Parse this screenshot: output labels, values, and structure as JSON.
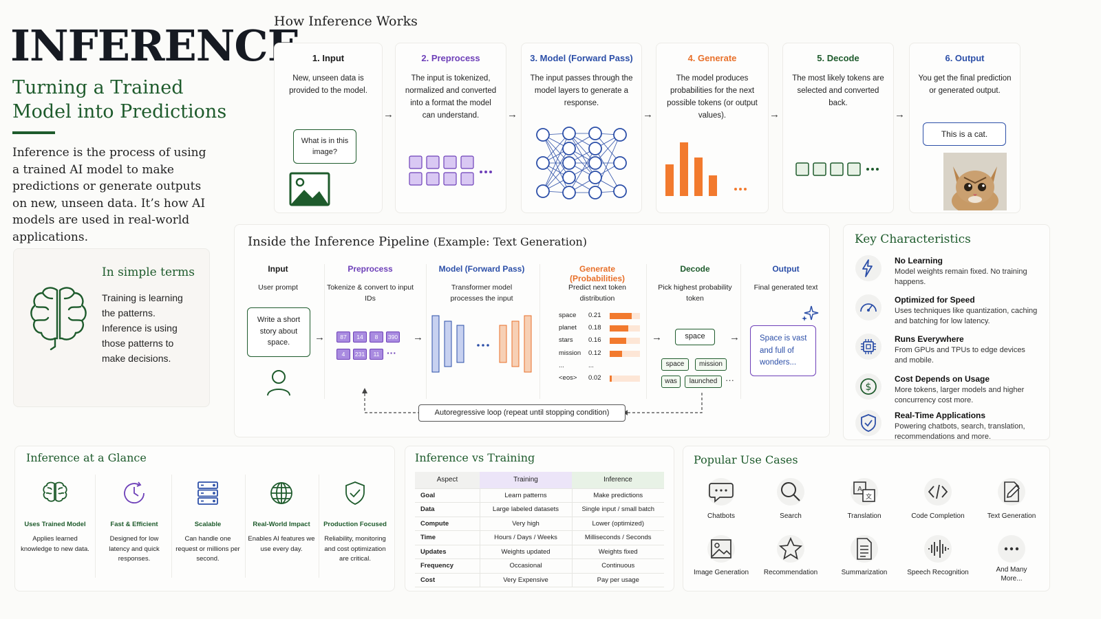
{
  "hero": {
    "title": "INFERENCE",
    "subtitle_line1": "Turning a Trained",
    "subtitle_line2": "Model into Predictions",
    "intro": "Inference is the process of using a trained AI model to make predictions or generate outputs on new, unseen data. It’s how AI models are used in real-world applications."
  },
  "simple": {
    "title": "In simple terms",
    "text": "Training is learning the patterns. Inference is using those patterns to make decisions."
  },
  "how": {
    "title": "How Inference Works",
    "steps": [
      {
        "title": "1. Input",
        "desc": "New, unseen data is provided to the model.",
        "color": "#1a1a1a"
      },
      {
        "title": "2. Preprocess",
        "desc": "The input is tokenized, normalized and converted into a format the model can understand.",
        "color": "#6d3fb8"
      },
      {
        "title": "3. Model (Forward Pass)",
        "desc": "The input passes through the model layers to generate a response.",
        "color": "#2c4fa8"
      },
      {
        "title": "4. Generate",
        "desc": "The model produces probabilities for the next possible tokens (or output values).",
        "color": "#e8702a"
      },
      {
        "title": "5. Decode",
        "desc": "The most likely tokens are selected and converted back.",
        "color": "#1e5b2c"
      },
      {
        "title": "6. Output",
        "desc": "You get the final prediction or generated output.",
        "color": "#2c4fa8"
      }
    ],
    "input_bubble": "What is in this image?",
    "output_bubble": "This is a cat."
  },
  "pipeline": {
    "title": "Inside the Inference Pipeline",
    "title_suffix": "(Example: Text Generation)",
    "stages": [
      {
        "title": "Input",
        "desc": "User prompt",
        "color": "#1a1a1a"
      },
      {
        "title": "Preprocess",
        "desc": "Tokenize & convert to input IDs",
        "color": "#6d3fb8"
      },
      {
        "title": "Model (Forward Pass)",
        "desc": "Transformer model processes the input",
        "color": "#2c4fa8"
      },
      {
        "title": "Generate (Probabilities)",
        "desc": "Predict next token distribution",
        "color": "#e8702a"
      },
      {
        "title": "Decode",
        "desc": "Pick highest probability token",
        "color": "#1e5b2c"
      },
      {
        "title": "Output",
        "desc": "Final generated text",
        "color": "#2c4fa8"
      }
    ],
    "prompt": "Write a short story about space.",
    "token_ids_row1": [
      "87",
      "14",
      "8",
      "390"
    ],
    "token_ids_row2": [
      "4",
      "231",
      "11"
    ],
    "probs": [
      {
        "token": "space",
        "p": 0.21
      },
      {
        "token": "planet",
        "p": 0.18
      },
      {
        "token": "stars",
        "p": 0.16
      },
      {
        "token": "mission",
        "p": 0.12
      },
      {
        "token": "...",
        "p": null
      },
      {
        "token": "<eos>",
        "p": 0.02
      }
    ],
    "ellipsis_value": "...",
    "picked_token": "space",
    "candidate_tokens": [
      "space",
      "mission",
      "was",
      "launched"
    ],
    "output_text": "Space is vast and full of wonders...",
    "loop_label": "Autoregressive loop (repeat until stopping condition)"
  },
  "characteristics": {
    "title": "Key Characteristics",
    "items": [
      {
        "title": "No Learning",
        "desc": "Model weights remain fixed. No training happens.",
        "icon": "bolt-icon"
      },
      {
        "title": "Optimized for Speed",
        "desc": "Uses techniques like quantization, caching and batching for low latency.",
        "icon": "gauge-icon"
      },
      {
        "title": "Runs Everywhere",
        "desc": "From GPUs and TPUs to edge devices and mobile.",
        "icon": "chip-icon"
      },
      {
        "title": "Cost Depends on Usage",
        "desc": "More tokens, larger models and higher concurrency cost more.",
        "icon": "dollar-icon"
      },
      {
        "title": "Real-Time Applications",
        "desc": "Powering chatbots, search, translation, recommendations and more.",
        "icon": "shield-icon"
      }
    ]
  },
  "glance": {
    "title": "Inference at a Glance",
    "items": [
      {
        "title": "Uses Trained Model",
        "desc": "Applies learned knowledge to new data."
      },
      {
        "title": "Fast & Efficient",
        "desc": "Designed for low latency and quick responses."
      },
      {
        "title": "Scalable",
        "desc": "Can handle one request or millions per second."
      },
      {
        "title": "Real-World Impact",
        "desc": "Enables AI features we use every day."
      },
      {
        "title": "Production Focused",
        "desc": "Reliability, monitoring and cost optimization are critical."
      }
    ]
  },
  "vs": {
    "title": "Inference vs Training",
    "headers": [
      "Aspect",
      "Training",
      "Inference"
    ],
    "rows": [
      [
        "Goal",
        "Learn patterns",
        "Make predictions"
      ],
      [
        "Data",
        "Large labeled datasets",
        "Single input / small batch"
      ],
      [
        "Compute",
        "Very high",
        "Lower (optimized)"
      ],
      [
        "Time",
        "Hours / Days / Weeks",
        "Milliseconds / Seconds"
      ],
      [
        "Updates",
        "Weights updated",
        "Weights fixed"
      ],
      [
        "Frequency",
        "Occasional",
        "Continuous"
      ],
      [
        "Cost",
        "Very Expensive",
        "Pay per usage"
      ]
    ]
  },
  "usecases": {
    "title": "Popular Use Cases",
    "items": [
      "Chatbots",
      "Search",
      "Translation",
      "Code Completion",
      "Text Generation",
      "Image Generation",
      "Recommendation",
      "Summarization",
      "Speech Recognition",
      "And Many More..."
    ]
  },
  "colors": {
    "green": "#1e5b2c",
    "purple": "#6d3fb8",
    "blue": "#2c4fa8",
    "orange": "#e8702a"
  }
}
